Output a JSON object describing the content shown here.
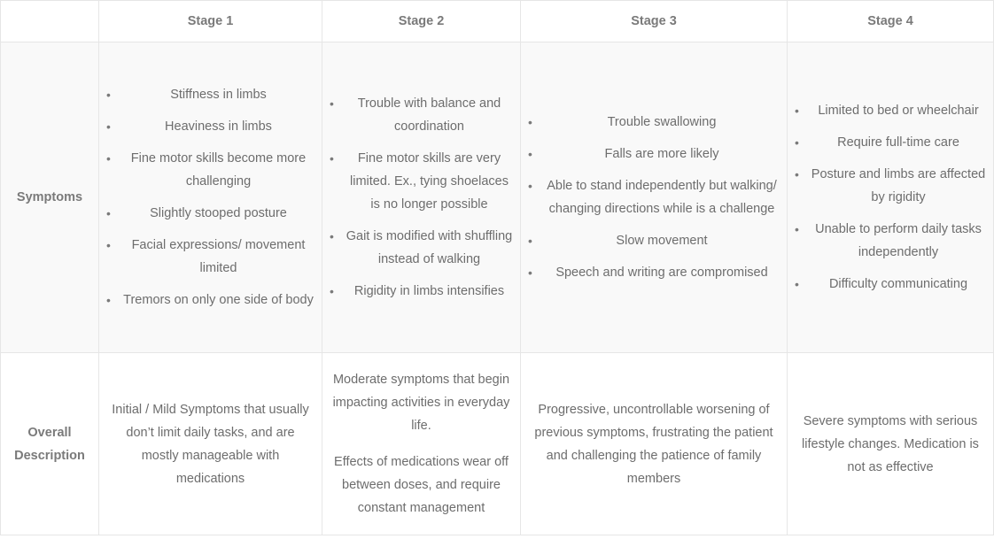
{
  "table": {
    "headers": [
      "",
      "Stage 1",
      "Stage 2",
      "Stage 3",
      "Stage 4"
    ],
    "row_labels": {
      "symptoms": "Symptoms",
      "overall": "Overall Description"
    },
    "bullet_glyph": "•",
    "symptoms": [
      [
        "Stiffness in limbs",
        "Heaviness in limbs",
        "Fine motor skills become more challenging",
        "Slightly stooped posture",
        "Facial expressions/ movement limited",
        "Tremors on only one side of body"
      ],
      [
        "Trouble with balance and coordination",
        "Fine motor skills are very limited. Ex., tying shoelaces is no longer possible",
        "Gait is modified with shuffling instead of walking",
        "Rigidity in limbs intensifies"
      ],
      [
        "Trouble swallowing",
        "Falls are more likely",
        "Able to stand independently but walking/ changing directions while is a challenge",
        "Slow movement",
        "Speech and writing are compromised"
      ],
      [
        "Limited to bed or wheelchair",
        "Require full-time care",
        "Posture and limbs are affected by rigidity",
        "Unable to perform daily tasks independently",
        "Difficulty communicating"
      ]
    ],
    "overall": [
      [
        "Initial / Mild Symptoms that usually don’t limit daily tasks, and are mostly manageable with medications"
      ],
      [
        "Moderate symptoms that begin impacting activities in everyday life.",
        "Effects of medications wear off between doses, and require constant management"
      ],
      [
        "Progressive, uncontrollable worsening of previous symptoms, frustrating the patient and challenging the patience of family members"
      ],
      [
        "Severe symptoms with serious lifestyle changes. Medication is not as effective"
      ]
    ]
  },
  "colors": {
    "border": "#e6e6e6",
    "text": "#6d6d6d",
    "row_shade": "#f9f9f9"
  }
}
